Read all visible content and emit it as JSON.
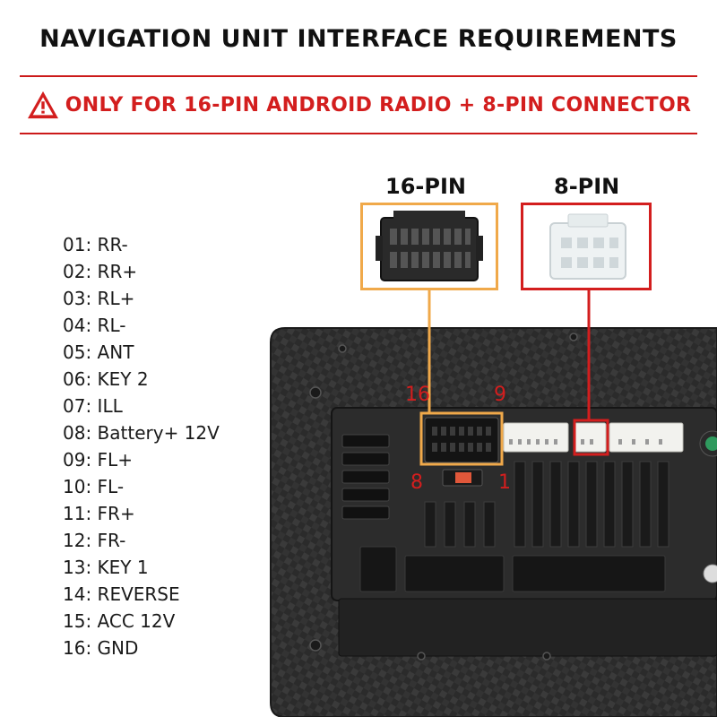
{
  "title": "NAVIGATION UNIT INTERFACE REQUIREMENTS",
  "warning": {
    "icon": "warning-triangle-icon",
    "text": "ONLY FOR 16-PIN ANDROID RADIO + 8-PIN CONNECTOR",
    "color": "#d31e1e"
  },
  "connectors": {
    "pin16": {
      "label": "16-PIN",
      "color": "#f0a94a"
    },
    "pin8": {
      "label": "8-PIN",
      "color": "#d31e1e"
    }
  },
  "pin_markers": [
    "16",
    "9",
    "8",
    "1"
  ],
  "pins": [
    "01: RR-",
    "02: RR+",
    "03: RL+",
    "04: RL-",
    "05: ANT",
    "06: KEY 2",
    "07: ILL",
    "08: Battery+ 12V",
    "09: FL+",
    "10: FL-",
    "11: FR+",
    "12: FR-",
    "13: KEY 1",
    "14: REVERSE",
    "15: ACC 12V",
    "16: GND"
  ]
}
